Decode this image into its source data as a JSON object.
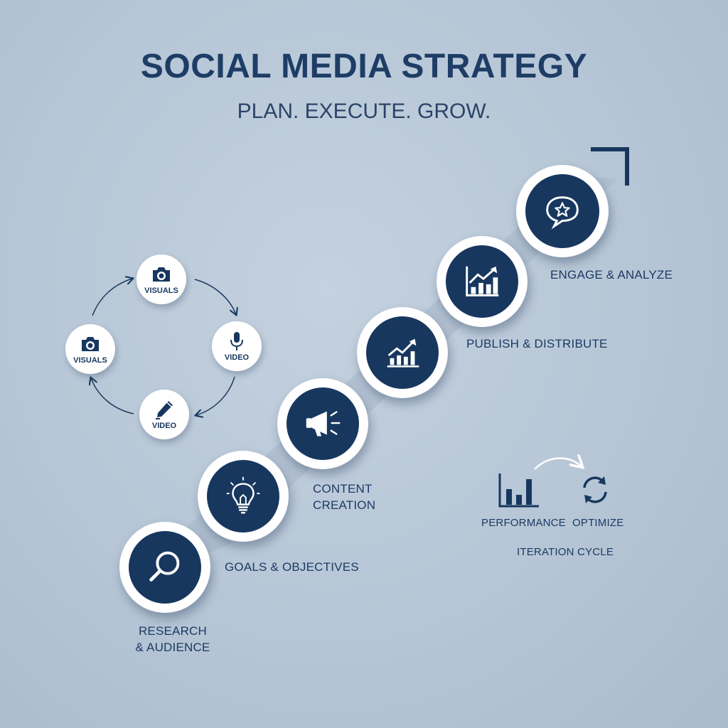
{
  "header": {
    "title": "SOCIAL MEDIA STRATEGY",
    "subtitle": "PLAN. EXECUTE. GROW."
  },
  "steps": [
    {
      "label": "RESEARCH\n& AUDIENCE",
      "icon": "magnifier-icon"
    },
    {
      "label": "GOALS & OBJECTIVES",
      "icon": "lightbulb-icon"
    },
    {
      "label": "CONTENT\nCREATION",
      "icon": "megaphone-icon"
    },
    {
      "label": "",
      "icon": "rising-chart-icon"
    },
    {
      "label": "PUBLISH & DISTRIBUTE",
      "icon": "bar-chart-growth-icon"
    },
    {
      "label": "ENGAGE & ANALYZE",
      "icon": "star-speech-bubble-icon"
    }
  ],
  "content_cycle": [
    {
      "label": "VISUALS",
      "icon": "camera-icon"
    },
    {
      "label": "VIDEO",
      "icon": "microphone-icon"
    },
    {
      "label": "VIDEO",
      "icon": "pen-icon"
    },
    {
      "label": "VISUALS",
      "icon": "camera-icon"
    }
  ],
  "iteration": {
    "performance_label": "PERFORMANCE",
    "optimize_label": "OPTIMIZE",
    "cycle_label": "ITERATION CYCLE"
  },
  "colors": {
    "background": "#b6c6d6",
    "navy": "#17375f",
    "white": "#ffffff",
    "text": "#1c3a63"
  }
}
